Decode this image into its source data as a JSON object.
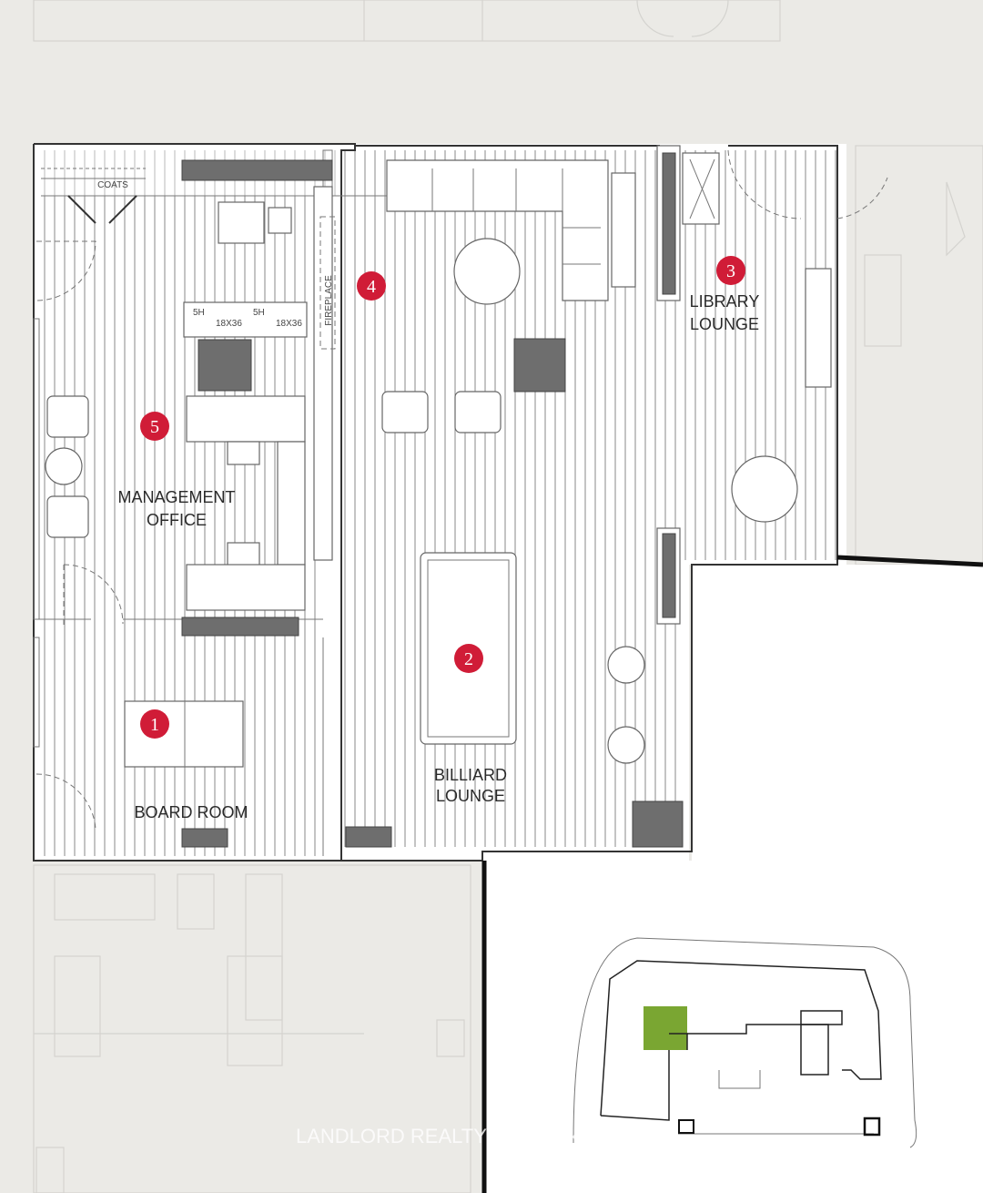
{
  "rooms": [
    {
      "number": "1",
      "name_lines": [
        "BOARD ROOM"
      ]
    },
    {
      "number": "2",
      "name_lines": [
        "BILLIARD",
        "LOUNGE"
      ]
    },
    {
      "number": "3",
      "name_lines": [
        "LIBRARY",
        "LOUNGE"
      ]
    },
    {
      "number": "4",
      "name_lines": []
    },
    {
      "number": "5",
      "name_lines": [
        "MANAGEMENT",
        "OFFICE"
      ]
    }
  ],
  "annotations": {
    "coats": "COATS",
    "fireplace": "FIREPLACE",
    "cabinet_height": "5H",
    "cabinet_size": "18X36"
  },
  "watermark": "LANDLORD REALTY INC. Brokerage",
  "colors": {
    "marker": "#d01c37",
    "key_plan_highlight": "#7aa632",
    "background": "#ebeae6"
  }
}
